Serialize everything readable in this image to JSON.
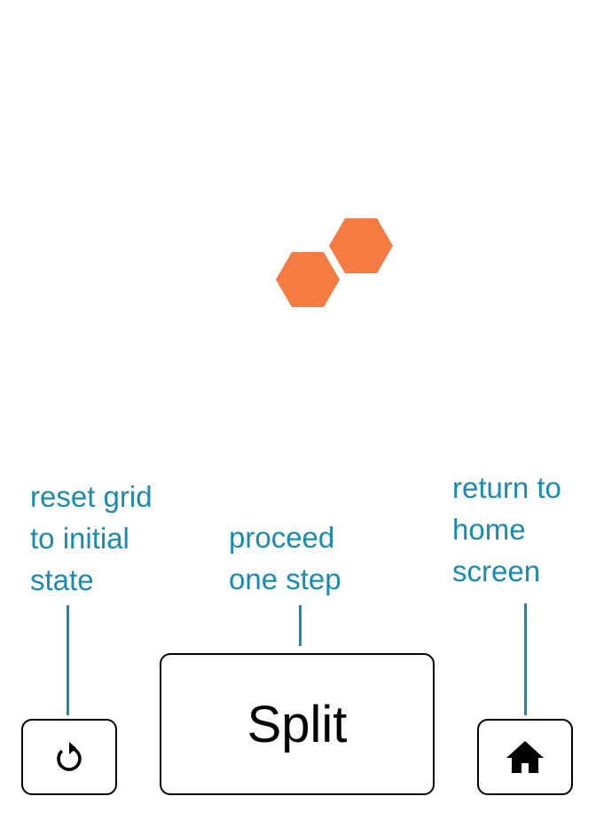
{
  "colors": {
    "hex_fill": "#F47B42",
    "annotation_text": "#1A8BB0",
    "leader_line": "#1A8BB0",
    "button_border": "#000000",
    "icon": "#000000"
  },
  "board": {
    "hexagons": [
      {
        "name": "hex-cell-1"
      },
      {
        "name": "hex-cell-2"
      }
    ]
  },
  "annotations": {
    "reset": "reset grid\nto initial\nstate",
    "step": "proceed\none step",
    "home": "return to\nhome\nscreen"
  },
  "controls": {
    "reset_icon": "reset-icon",
    "split_label": "Split",
    "home_icon": "home-icon"
  }
}
